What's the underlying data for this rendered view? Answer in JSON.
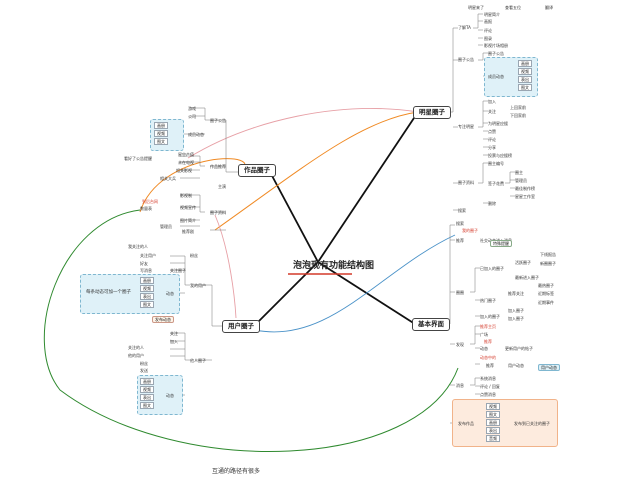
{
  "center": {
    "title": "泡泡现有功能结构图"
  },
  "main_nodes": {
    "star": "明星圈子",
    "works": "作品圈子",
    "user": "用户圈子",
    "basic": "基本界面"
  },
  "top_bar": [
    "明星来了",
    "查看五位",
    "翻译"
  ],
  "star_branch": {
    "about": "了解TA",
    "about_items": [
      "明星简介",
      "画报",
      "评论",
      "图录"
    ],
    "gallery": "影视片场相册",
    "circle_pub": "圈子公告",
    "circle_pub_items": [
      "圈子公告",
      "成员动态"
    ],
    "pub_panel_items": [
      "画册",
      "视频",
      "表出",
      "图文"
    ],
    "pub_icon_label": "成员动态",
    "focus": "专注明星",
    "focus_items": [
      "加入",
      "关注",
      "为明星应援"
    ],
    "focus_sub": [
      "上回家前",
      "下回家前"
    ],
    "focus_more": [
      "点赞",
      "评论",
      "分享",
      "投票与应援榜",
      "签到"
    ],
    "data": "圈子资料",
    "data_items": [
      "圈主编号",
      "圈主",
      "管理员",
      "星空提升",
      "最佳制作榜",
      "星星工作室"
    ],
    "data_mid": "签子花费",
    "data_tail": "搜索",
    "data_left": "删除"
  },
  "works_branch": {
    "left_top": [
      "游戏",
      "公司"
    ],
    "publish": "圈子公告",
    "panel_items": [
      "画册",
      "视频",
      "成员动态",
      "图文"
    ],
    "notice": "看好了公告提醒",
    "stats": [
      "星空产值",
      "未在电视"
    ],
    "left_mid": [
      "爱好代表分享成员",
      "相关影视",
      "作品推荐",
      "相关大兵"
    ],
    "recommend": "作品推荐",
    "mid_items": [
      "主演",
      "影视制",
      "推荐剧"
    ],
    "data_label": "圈子资料",
    "left_low": [
      "到后台网",
      "数量表"
    ],
    "low_items": [
      "视频宣传",
      "图片简介",
      "管理员"
    ]
  },
  "user_branch": {
    "top_items": [
      "关注用户",
      "粉丝",
      "好友",
      "写消息"
    ],
    "left": "我关注的人",
    "follow_label": "关注圈子",
    "mine": "我的用户",
    "mine_mark": "人",
    "panel_title": "每条动态可加一个圈子",
    "panel_items": [
      "画册",
      "视频",
      "表出",
      "图文"
    ],
    "dynamic": "动态",
    "tag": "发布动态",
    "others_items": [
      "关注",
      "加入",
      "关注的人",
      "他的用户",
      "粉丝",
      "发送"
    ],
    "others": "他人圈子",
    "low_panel": [
      "画册",
      "视频",
      "表出",
      "图文"
    ],
    "low_dynamic": "动态"
  },
  "basic_branch": {
    "top": [
      "搜索",
      "我的圈子"
    ],
    "inbox": "推荐",
    "inbox_items": [
      "社交动态进入消息",
      "特殊提醒"
    ],
    "circle": "圈圈",
    "circle_items": [
      "已加入的圈子",
      "我创建的",
      "热门圈子",
      "热门圈子",
      "推荐关注",
      "推荐关注",
      "加入圈子",
      "加入的圈子"
    ],
    "circle_sub": [
      "活跃圈子",
      "下线报告",
      "最新进入圈子",
      "新圈圈子",
      "近期标签",
      "最热圈子",
      "近期事件"
    ],
    "publish": "发现",
    "publish_items": [
      "推荐主页",
      "广场",
      "推荐",
      "更新用户的帖子",
      "动态",
      "动态中的",
      "用户动态"
    ],
    "user_tag": "用户动态",
    "message": "消息",
    "message_items": [
      "系统消息",
      "评论 / 回复",
      "点赞消息"
    ],
    "footer": "发布作品",
    "footer_panel": [
      "视频",
      "图文",
      "画册",
      "表出",
      "音频"
    ],
    "footer_label": "发布到已关注的圈子"
  },
  "notes": {
    "bottom": "互通的路径有很多"
  },
  "colors": {
    "main_line": "#111111",
    "red_line": "#d43a2a",
    "green_curve": "#2f8a2f",
    "orange_curve": "#f08a24",
    "pink_curve": "#e7a0a6",
    "blue_curve": "#4a92c8"
  }
}
